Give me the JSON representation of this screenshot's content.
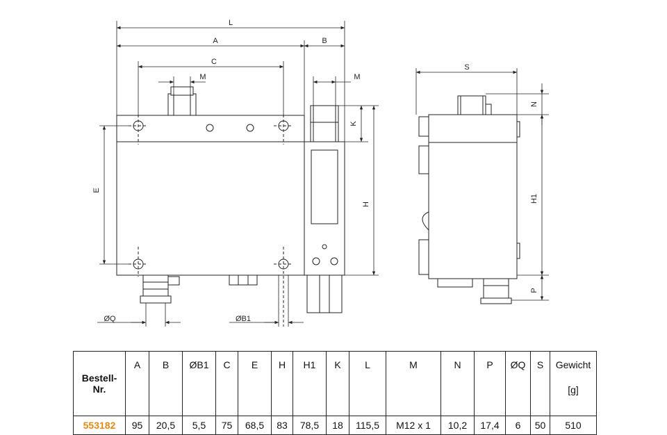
{
  "dims": {
    "L": "L",
    "A": "A",
    "B": "B",
    "C": "C",
    "M": "M",
    "K": "K",
    "H": "H",
    "E": "E",
    "S": "S",
    "N": "N",
    "H1": "H1",
    "P": "P",
    "Q": "ØQ",
    "B1": "ØB1"
  },
  "table": {
    "headers": [
      "Bestell-\nNr.",
      "A",
      "B",
      "ØB1",
      "C",
      "E",
      "H",
      "H1",
      "K",
      "L",
      "M",
      "N",
      "P",
      "ØQ",
      "S",
      "Gewicht"
    ],
    "weight_unit": "[g]",
    "values": [
      "553182",
      "95",
      "20,5",
      "5,5",
      "75",
      "68,5",
      "83",
      "78,5",
      "18",
      "115,5",
      "M12 x 1",
      "10,2",
      "17,4",
      "6",
      "50",
      "510"
    ]
  },
  "colors": {
    "order_number": "#e08a16",
    "line": "#222222"
  }
}
